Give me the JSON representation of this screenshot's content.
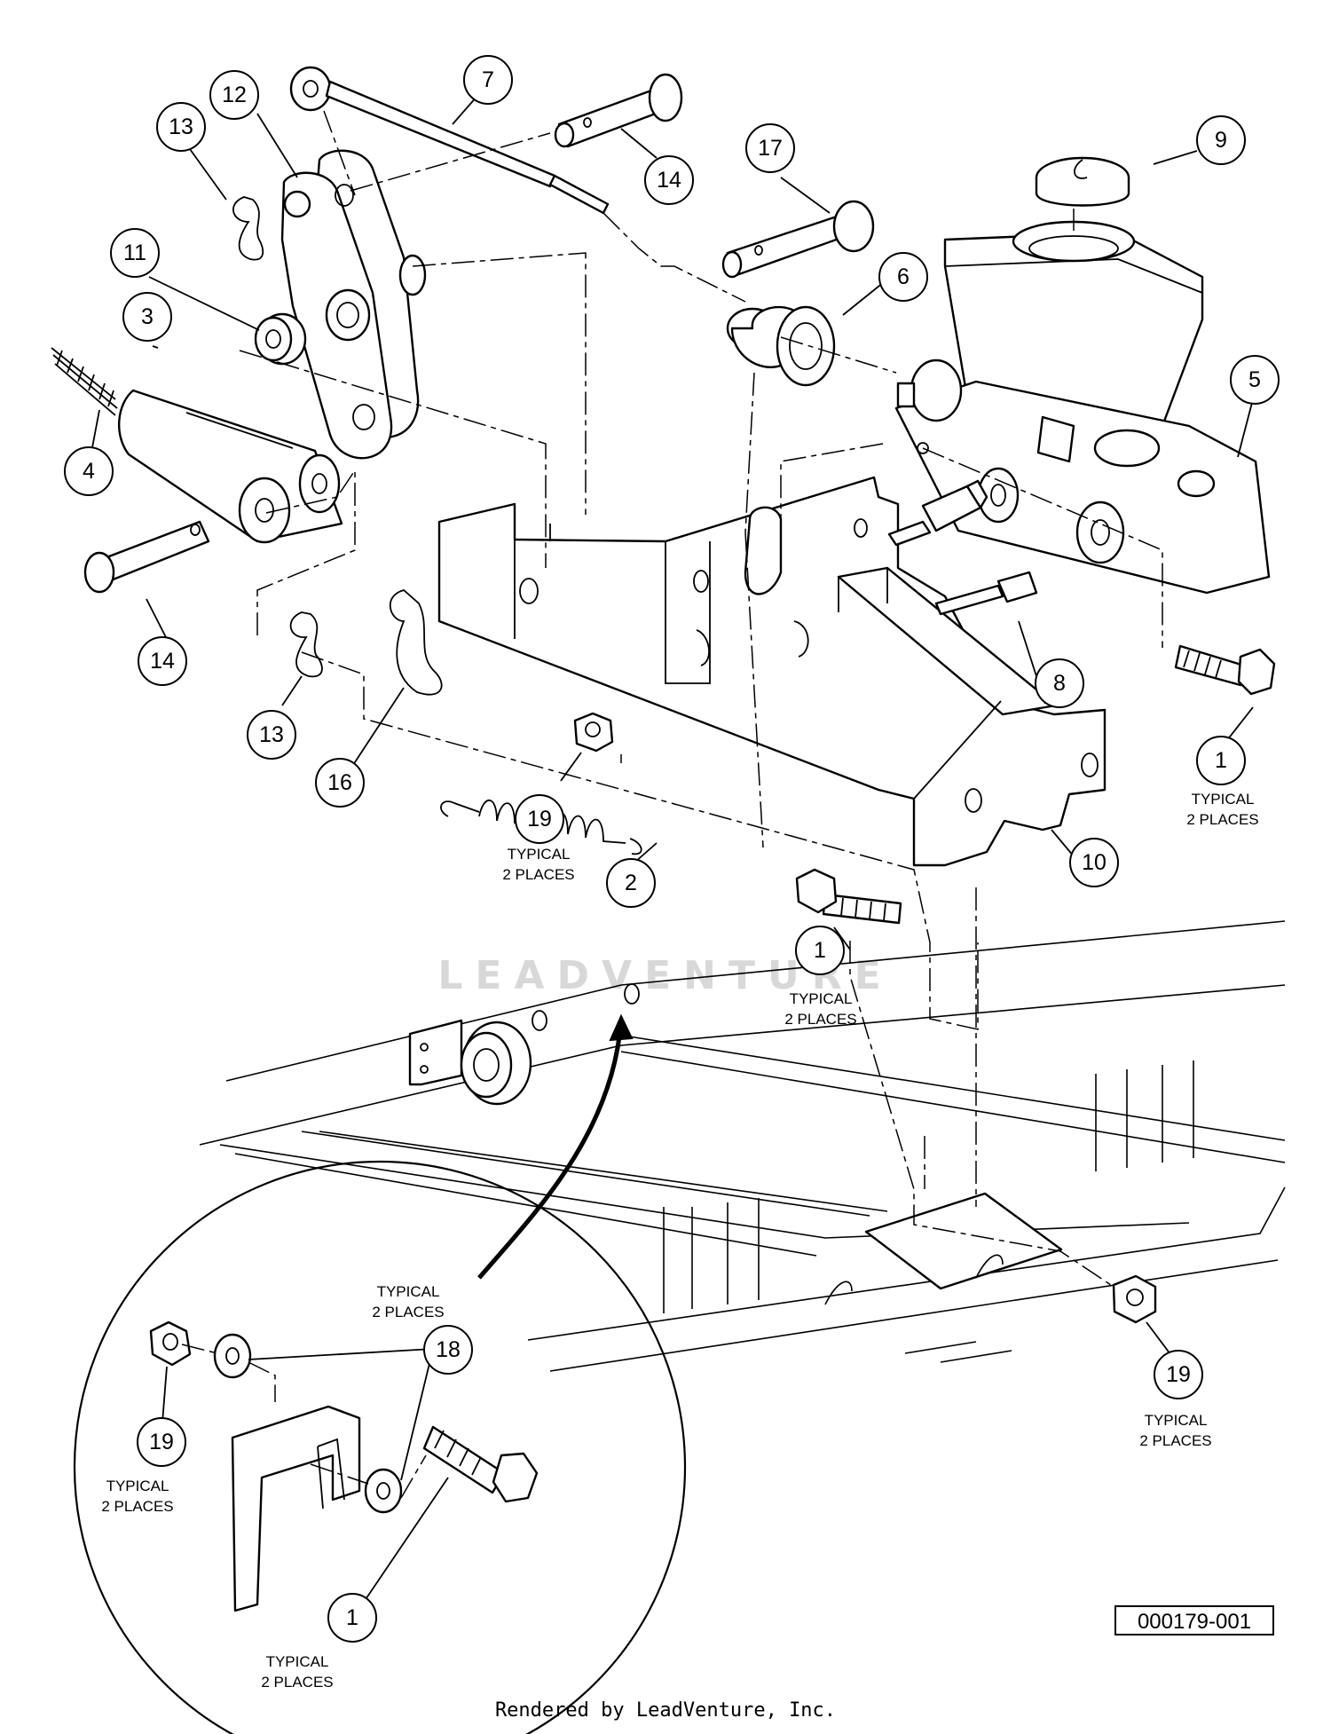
{
  "watermark": "LEADVENTURE",
  "drawing_number": "000179-001",
  "footer": "Rendered by LeadVenture, Inc.",
  "callouts": [
    {
      "label": "1"
    },
    {
      "label": "1"
    },
    {
      "label": "1"
    },
    {
      "label": "2"
    },
    {
      "label": "3"
    },
    {
      "label": "4"
    },
    {
      "label": "5"
    },
    {
      "label": "6"
    },
    {
      "label": "7"
    },
    {
      "label": "8"
    },
    {
      "label": "9"
    },
    {
      "label": "10"
    },
    {
      "label": "11"
    },
    {
      "label": "12"
    },
    {
      "label": "13"
    },
    {
      "label": "13"
    },
    {
      "label": "14"
    },
    {
      "label": "14"
    },
    {
      "label": "16"
    },
    {
      "label": "17"
    },
    {
      "label": "18"
    },
    {
      "label": "19"
    },
    {
      "label": "19"
    },
    {
      "label": "19"
    }
  ],
  "notes": [
    {
      "line1": "TYPICAL",
      "line2": "2 PLACES"
    },
    {
      "line1": "TYPICAL",
      "line2": "2 PLACES"
    },
    {
      "line1": "TYPICAL",
      "line2": "2 PLACES"
    },
    {
      "line1": "TYPICAL",
      "line2": "2 PLACES"
    },
    {
      "line1": "TYPICAL",
      "line2": "2 PLACES"
    },
    {
      "line1": "TYPICAL",
      "line2": "2 PLACES"
    },
    {
      "line1": "TYPICAL",
      "line2": "2 PLACES"
    }
  ]
}
